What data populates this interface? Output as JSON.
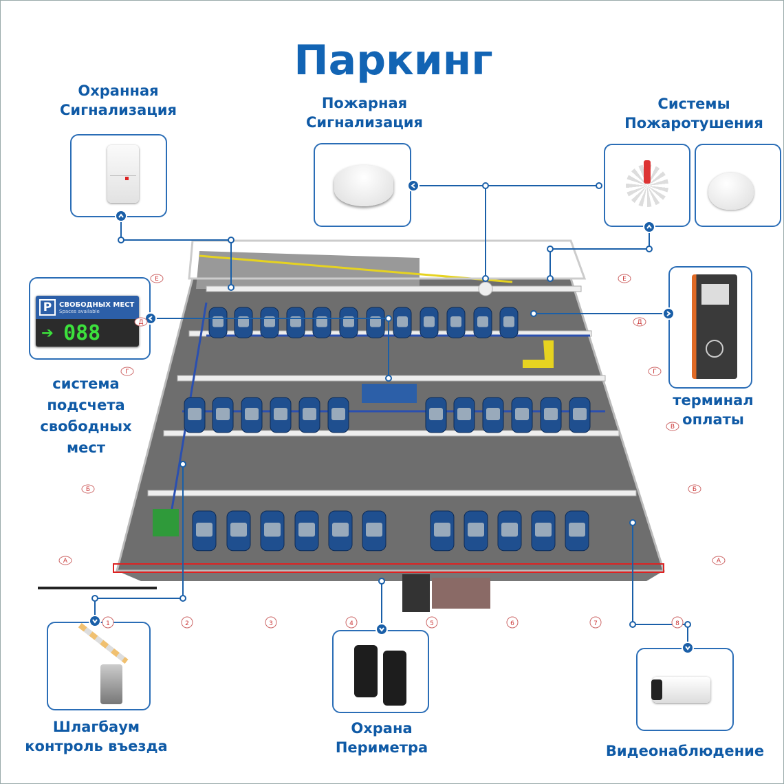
{
  "title": "Паркинг",
  "sections": {
    "security_alarm": [
      "Охранная",
      "Сигнализация"
    ],
    "fire_alarm": [
      "Пожарная",
      "Сигнализация"
    ],
    "fire_suppression": [
      "Системы",
      "Пожаротушения"
    ],
    "space_counter": [
      "система",
      "подсчета",
      "свободных",
      "мест"
    ],
    "payment_terminal": [
      "терминал",
      "оплаты"
    ],
    "barrier": [
      "Шлагбаум",
      "контроль въезда"
    ],
    "perimeter": [
      "Охрана",
      "Периметра"
    ],
    "video": [
      "Видеонаблюдение"
    ]
  },
  "sign": {
    "icon": "P",
    "header": "СВОБОДНЫХ МЕСТ",
    "sub": "Spaces available",
    "arrow": "➔",
    "count": "088"
  },
  "axes": {
    "numbers": [
      "1",
      "2",
      "3",
      "4",
      "5",
      "6",
      "7",
      "8"
    ],
    "letters": [
      "А",
      "Б",
      "В",
      "Г",
      "Д",
      "Е"
    ]
  },
  "colors": {
    "accent": "#0f5aa6",
    "line": "#1a5fa8",
    "floor": "#6e6e6e",
    "car": "#1f4f8f"
  }
}
